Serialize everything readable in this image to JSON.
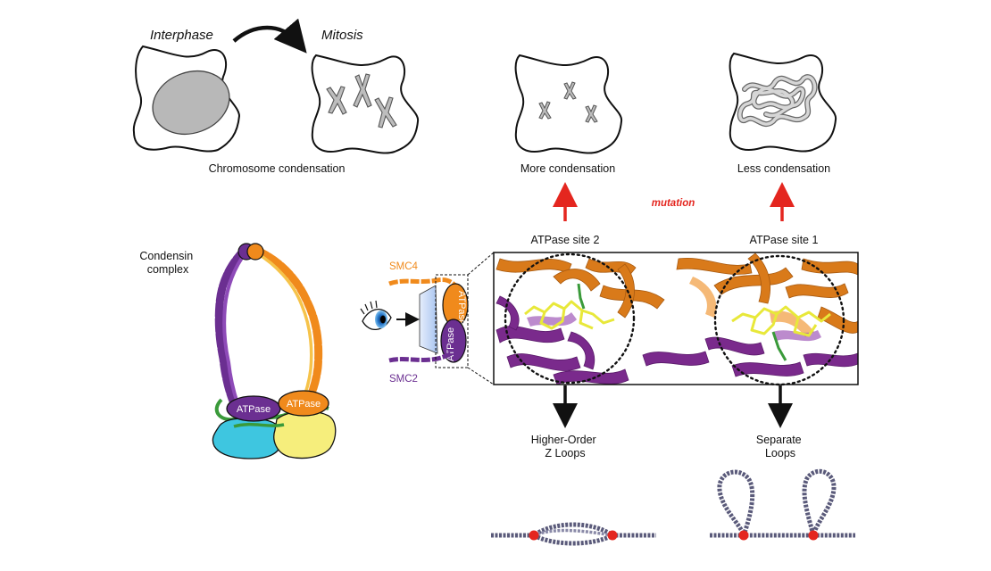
{
  "labels": {
    "interphase": "Interphase",
    "mitosis": "Mitosis",
    "chromosome_condensation": "Chromosome condensation",
    "more_condensation": "More condensation",
    "less_condensation": "Less condensation",
    "mutation": "mutation",
    "atpase_site_2": "ATPase site 2",
    "atpase_site_1": "ATPase site 1",
    "condensin_line1": "Condensin",
    "condensin_line2": "complex",
    "smc4": "SMC4",
    "smc2": "SMC2",
    "atpase": "ATPase",
    "higher_order_line1": "Higher-Order",
    "higher_order_line2": "Z Loops",
    "separate_line1": "Separate",
    "separate_line2": "Loops"
  },
  "colors": {
    "smc2_purple": "#6b2f91",
    "smc4_orange": "#f08a1c",
    "mutation_red": "#e4261f",
    "ligand_yellow": "#e8e83a",
    "cyan_subunit": "#3ec6e0",
    "yellow_subunit": "#f6ee7c",
    "green_linker": "#3a9a3a"
  }
}
